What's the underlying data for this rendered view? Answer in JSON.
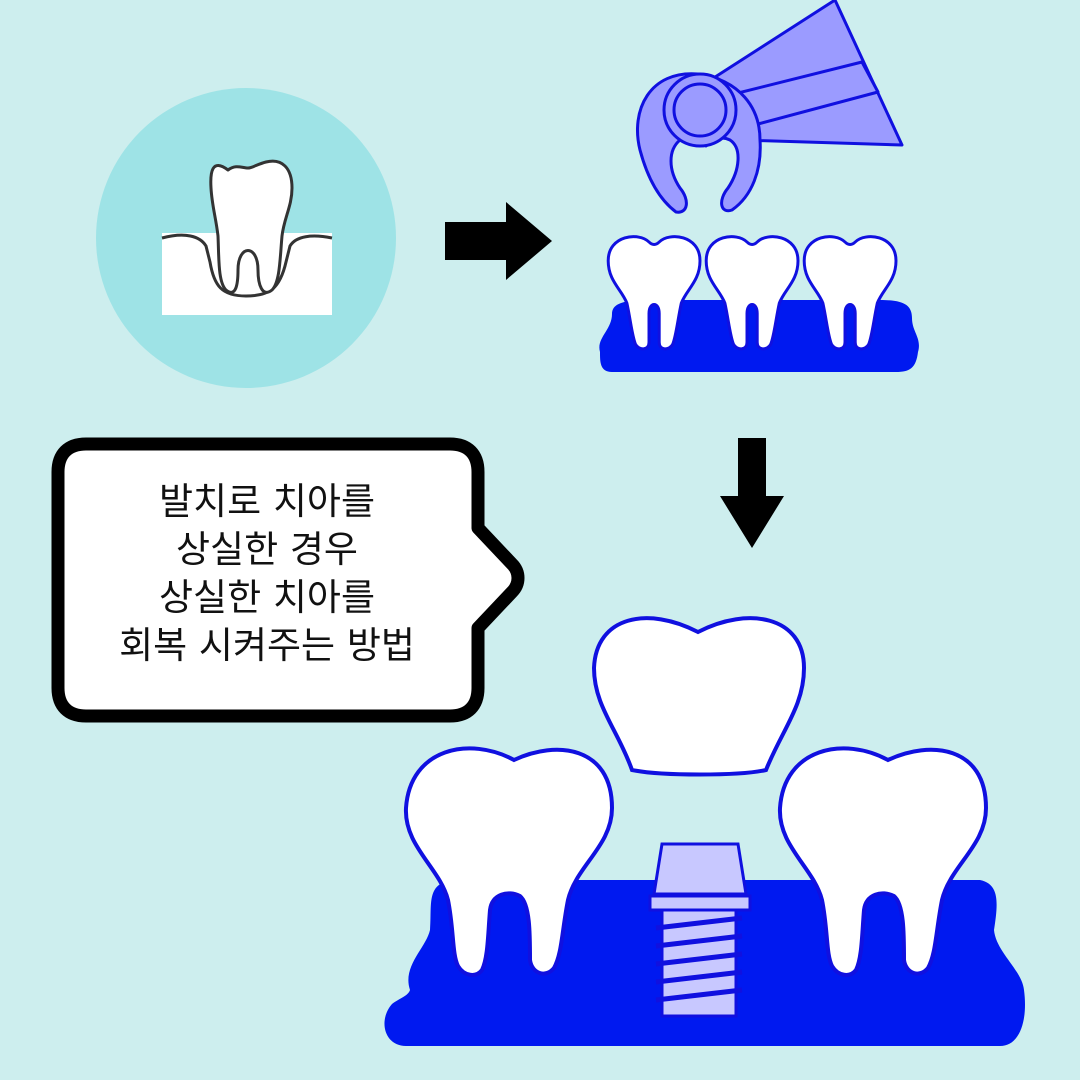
{
  "colors": {
    "background": "#cdeeee",
    "circle": "#9ee3e6",
    "gum": "#0019f0",
    "tool": "#9b9bff",
    "abutment": "#c8c8ff",
    "outline": "#1010e0",
    "tooth_fill": "#ffffff",
    "arrow": "#000000"
  },
  "icons": [
    "tooth-root-icon",
    "extraction-forceps-icon",
    "teeth-row-icon",
    "dental-crown-icon",
    "dental-implant-icon",
    "arrow-right-icon",
    "arrow-down-icon"
  ],
  "bubble": {
    "lines": [
      "발치로 치아를",
      "상실한 경우",
      "상실한 치아를",
      "회복 시켜주는 방법"
    ]
  }
}
